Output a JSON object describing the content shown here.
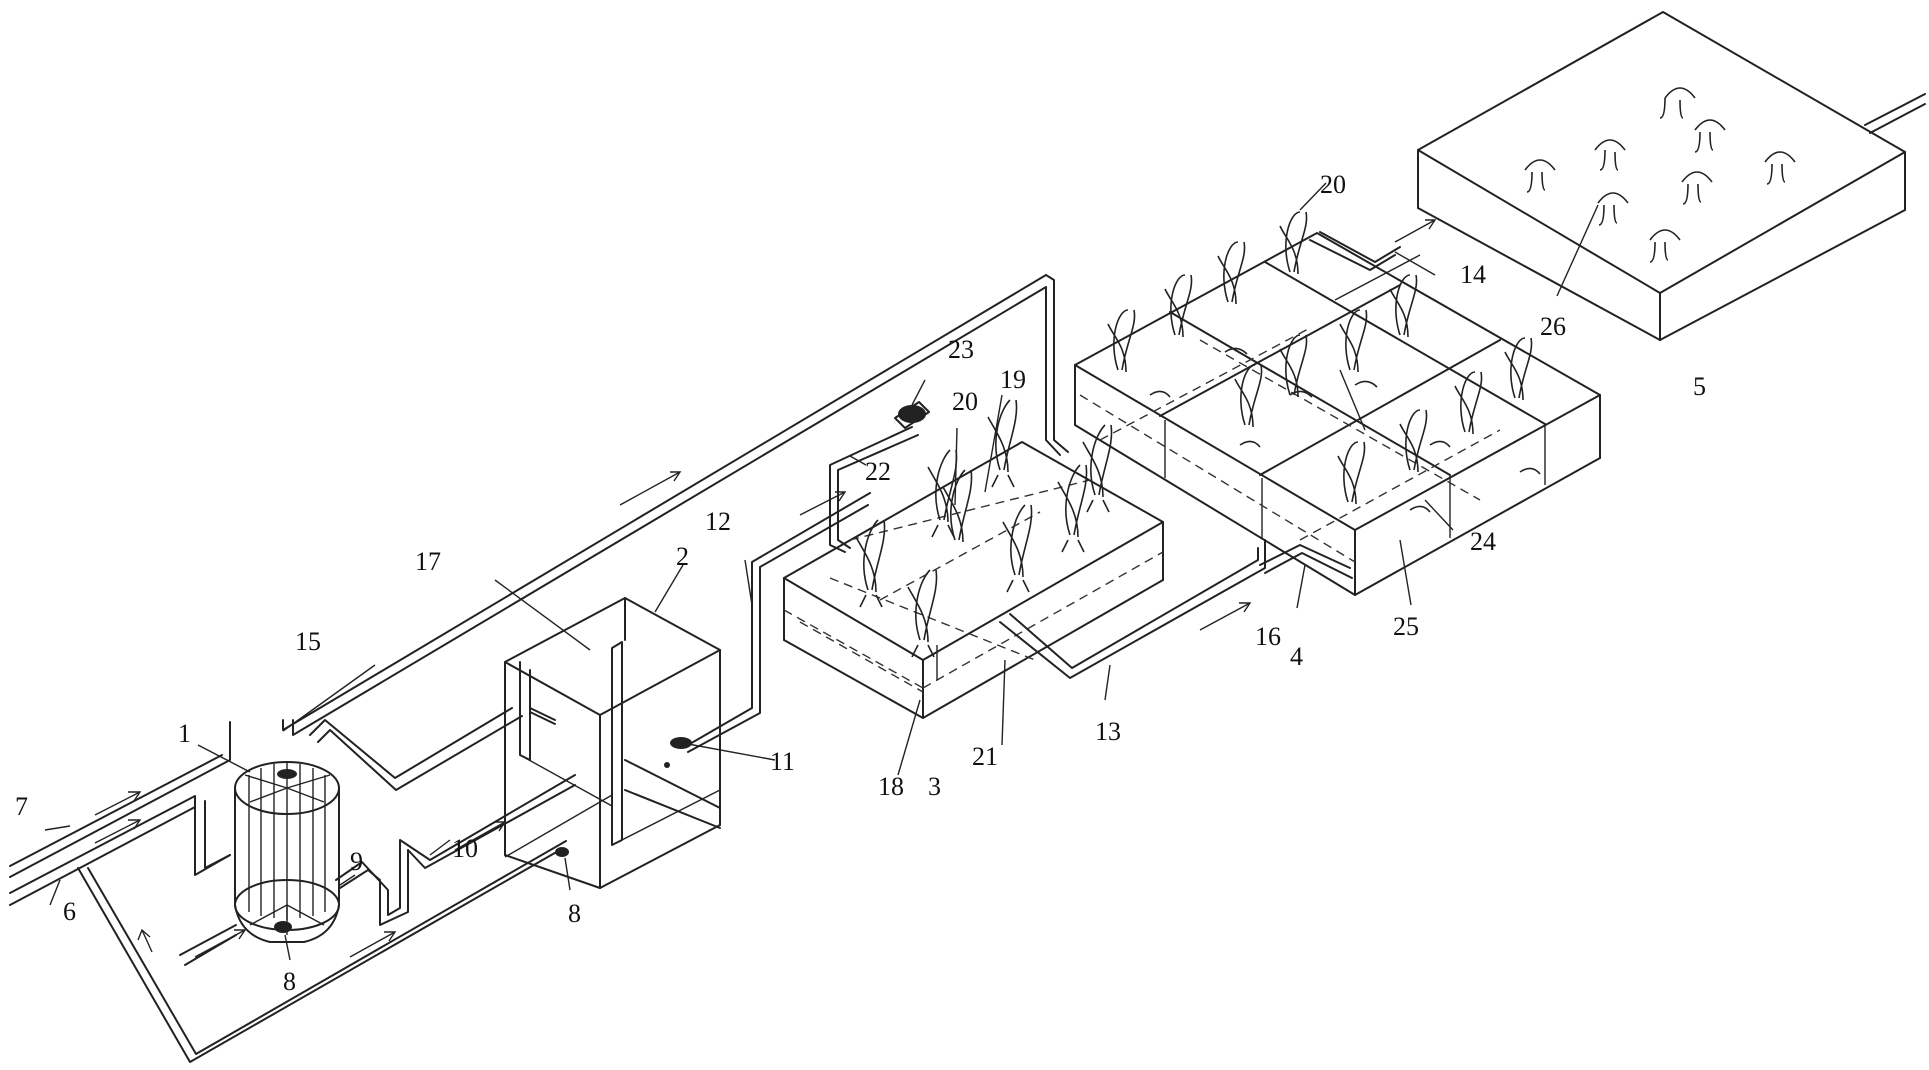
{
  "figure": {
    "labels": {
      "l1": "1",
      "l2": "2",
      "l3": "3",
      "l4": "4",
      "l5": "5",
      "l6": "6",
      "l7": "7",
      "l8a": "8",
      "l8b": "8",
      "l9": "9",
      "l10": "10",
      "l11": "11",
      "l12": "12",
      "l13": "13",
      "l14": "14",
      "l15": "15",
      "l16": "16",
      "l17": "17",
      "l18": "18",
      "l19": "19",
      "l20a": "20",
      "l20b": "20",
      "l21": "21",
      "l22": "22",
      "l23": "23",
      "l24": "24",
      "l25": "25",
      "l26": "26"
    }
  }
}
